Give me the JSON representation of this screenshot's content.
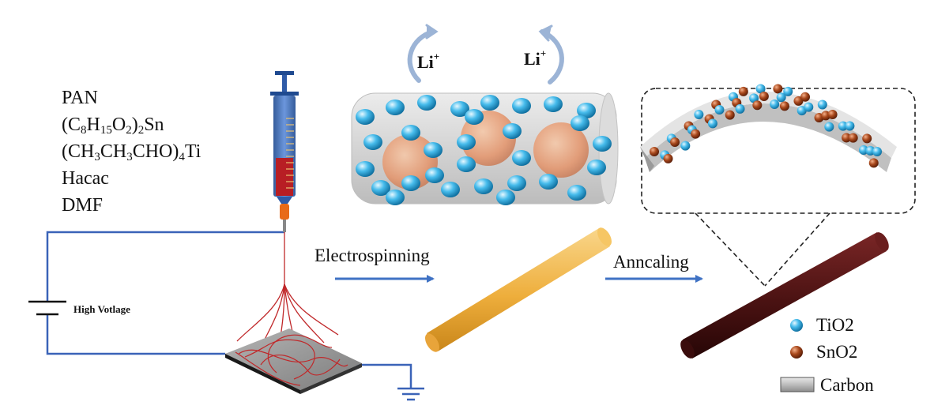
{
  "precursors": {
    "pan": "PAN",
    "sn_precursor": {
      "a": "(C",
      "b": "8",
      "c": "H",
      "d": "15",
      "e": "O",
      "f": "2",
      "g": ")",
      "h": "2",
      "i": "Sn"
    },
    "ti_precursor": {
      "a": "(CH",
      "b": "3",
      "c": "CH",
      "d": "3",
      "e": "CHO)",
      "f": "4",
      "g": "Ti"
    },
    "hacac": "Hacac",
    "dmf": "DMF"
  },
  "power_supply_label": "High Votlage",
  "steps": {
    "electrospinning": "Electrospinning",
    "annealing": "Anncaling"
  },
  "lithium_ion": {
    "symbol": "Li",
    "charge": "+"
  },
  "legend": [
    {
      "label": "TiO2",
      "color": "#29a9e0"
    },
    {
      "label": "SnO2",
      "color": "#a0441a"
    },
    {
      "label": "Carbon",
      "color": "#b8b8b8"
    }
  ],
  "colors": {
    "wire": "#3a63b8",
    "arrow": "#3f72c4",
    "tio2": "#29a9e0",
    "sno2": "#a0441a",
    "pan_fiber": "#f0b040",
    "carbon_fiber": "#4a1212",
    "syringe": "#2f5ba8",
    "polymer_jet": "#c0282a"
  }
}
